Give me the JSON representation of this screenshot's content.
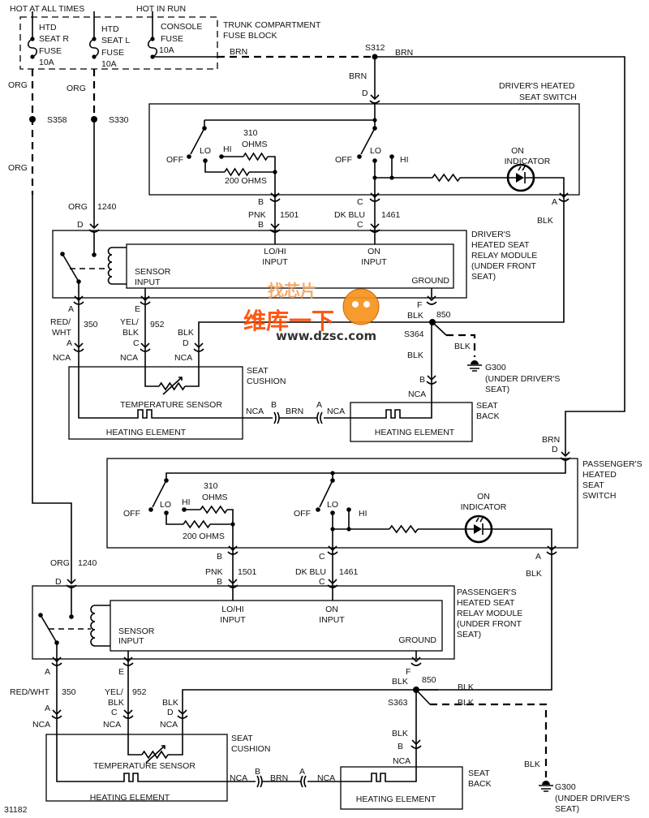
{
  "header": {
    "hot_at_all_times": "HOT AT ALL TIMES",
    "hot_in_run": "HOT IN RUN"
  },
  "fuse_block": {
    "title_line1": "TRUNK COMPARTMENT",
    "title_line2": "FUSE BLOCK",
    "fuse_r": [
      "HTD",
      "SEAT R",
      "FUSE",
      "10A"
    ],
    "fuse_l": [
      "HTD",
      "SEAT L",
      "FUSE",
      "10A"
    ],
    "console": [
      "CONSOLE",
      "FUSE",
      "10A"
    ]
  },
  "t": {
    "nca": "NCA",
    "blk": "BLK",
    "brn": "BRN",
    "org": "ORG",
    "pnk": "PNK",
    "dk_blu": "DK BLU",
    "off": "OFF",
    "lo": "LO",
    "hi": "HI",
    "red_slash": "RED/",
    "wht": "WHT",
    "red_wht": "RED/WHT",
    "yel_slash": "YEL/",
    "a": "A",
    "b": "B",
    "c": "C",
    "d": "D",
    "e": "E",
    "f": "F"
  },
  "circuits": {
    "c1240": "1240",
    "c1501": "1501",
    "c1461": "1461",
    "c350": "350",
    "c952": "952",
    "c850": "850"
  },
  "splices": {
    "s358": "S358",
    "s330": "S330",
    "s312": "S312",
    "s364": "S364",
    "s363": "S363"
  },
  "switch": {
    "driver_title": [
      "DRIVER'S HEATED",
      "SEAT SWITCH"
    ],
    "passenger_title": [
      "PASSENGER'S",
      "HEATED",
      "SEAT",
      "SWITCH"
    ],
    "r310": [
      "310",
      "OHMS"
    ],
    "r200": "200 OHMS",
    "on_indicator": [
      "ON",
      "INDICATOR"
    ]
  },
  "relay": {
    "driver_title": [
      "DRIVER'S",
      "HEATED SEAT",
      "RELAY MODULE",
      "(UNDER FRONT",
      "SEAT)"
    ],
    "passenger_title": [
      "PASSENGER'S",
      "HEATED SEAT",
      "RELAY MODULE",
      "(UNDER FRONT",
      "SEAT)"
    ],
    "lohi_input": [
      "LO/HI",
      "INPUT"
    ],
    "on_input": [
      "ON",
      "INPUT"
    ],
    "sensor_input": [
      "SENSOR",
      "INPUT"
    ],
    "ground": "GROUND"
  },
  "seat": {
    "cushion": [
      "SEAT",
      "CUSHION"
    ],
    "back": [
      "SEAT",
      "BACK"
    ],
    "temp_sensor": "TEMPERATURE SENSOR",
    "heating_element": "HEATING ELEMENT"
  },
  "ground": {
    "g300": [
      "G300",
      "(UNDER DRIVER'S",
      "SEAT)"
    ]
  },
  "figure_id": "31182",
  "watermark": {
    "line1": "找芯片",
    "line2": "维库一下",
    "url": "www.dzsc.com",
    "color": "#ff6a00"
  },
  "colors": {
    "wire": "#000000",
    "background": "#ffffff"
  }
}
